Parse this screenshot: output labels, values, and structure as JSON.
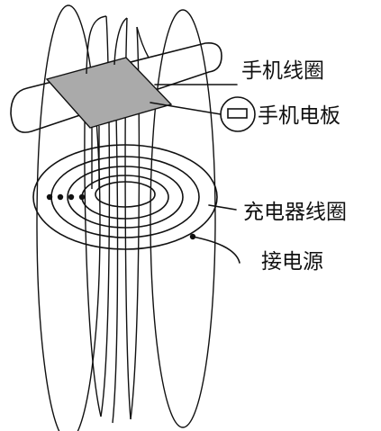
{
  "labels": {
    "phone_coil": "手机线圈",
    "phone_board": "手机电板",
    "charger_coil": "充电器线圈",
    "power_source": "接电源"
  },
  "colors": {
    "ink": "#111111",
    "coil_fill": "#aaaaaa",
    "background": "#ffffff"
  }
}
